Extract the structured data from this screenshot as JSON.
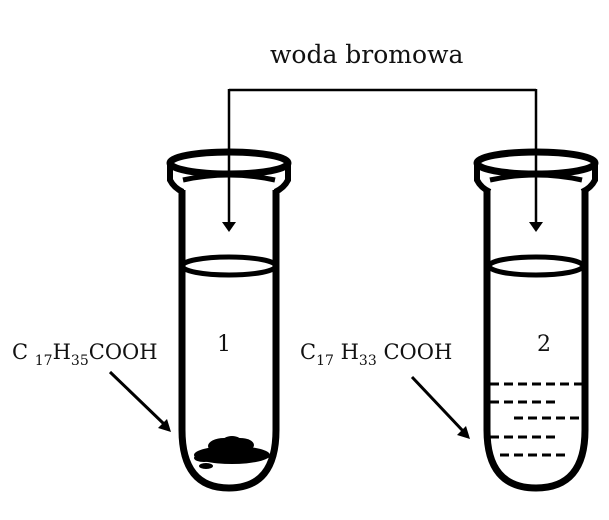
{
  "diagram": {
    "reagent_label": "woda bromowa",
    "tubes": [
      {
        "number": "1",
        "compound": {
          "c": "C",
          "c_sub": "17",
          "h": "H",
          "h_sub": "35",
          "group": "COOH"
        },
        "contents": "solid-precipitate"
      },
      {
        "number": "2",
        "compound": {
          "c": "C",
          "c_sub": "17",
          "h": "H",
          "h_sub": "33",
          "group": "COOH"
        },
        "contents": "liquid-layer-dashed"
      }
    ],
    "colors": {
      "stroke": "#000000",
      "background": "#ffffff"
    }
  }
}
